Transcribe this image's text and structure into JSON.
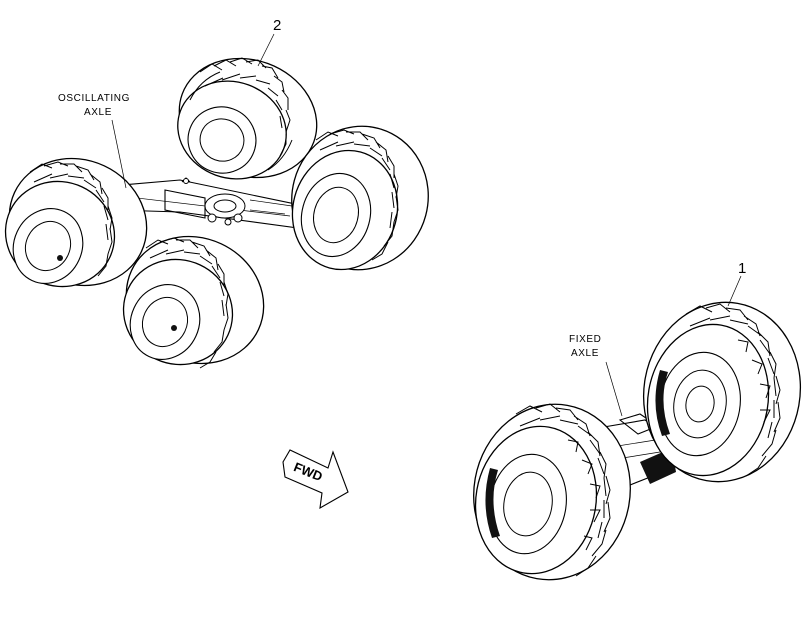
{
  "labels": {
    "callout_2": "2",
    "oscillating_axle_line1": "OSCILLATING",
    "oscillating_axle_line2": "AXLE",
    "callout_1": "1",
    "fixed_axle_line1": "FIXED",
    "fixed_axle_line2": "AXLE",
    "fwd_arrow": "FWD"
  }
}
